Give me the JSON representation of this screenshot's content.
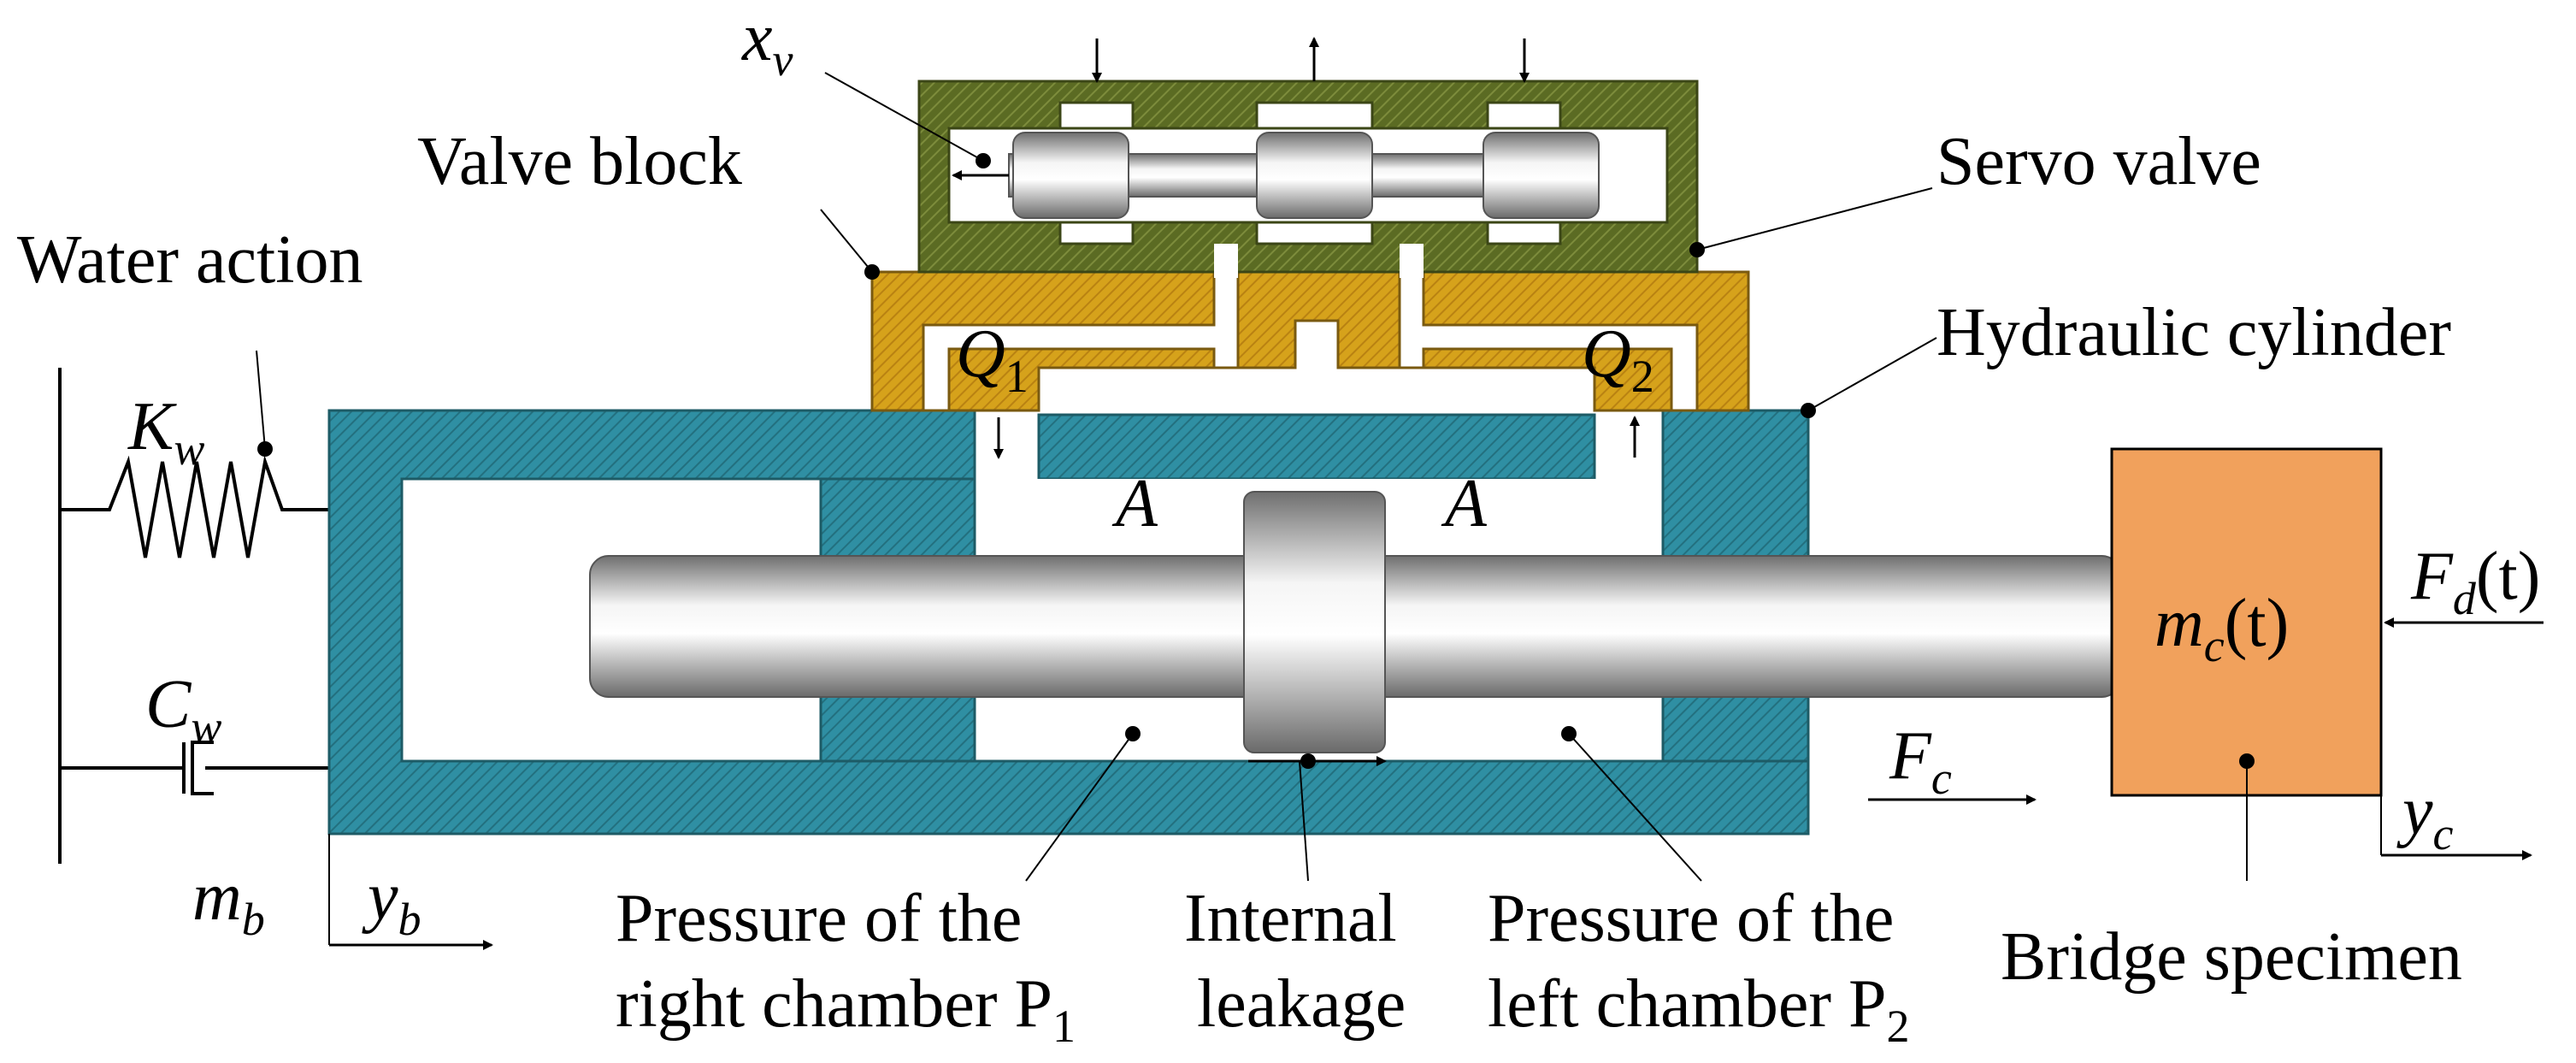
{
  "labels": {
    "valve_spool_displacement": {
      "main": "x",
      "sub": "v"
    },
    "valve_block": "Valve block",
    "servo_valve": "Servo valve",
    "water_action": "Water action",
    "hydraulic_cylinder": "Hydraulic cylinder",
    "flow_1": {
      "main": "Q",
      "sub": "1"
    },
    "flow_2": {
      "main": "Q",
      "sub": "2"
    },
    "water_stiffness": {
      "main": "K",
      "sub": "w"
    },
    "water_damping": {
      "main": "C",
      "sub": "w"
    },
    "piston_area_left": "A",
    "piston_area_right": "A",
    "specimen_mass": {
      "main": "m",
      "sub": "c",
      "tail": "(t)"
    },
    "disturbance_force": {
      "main": "F",
      "sub": "d",
      "tail": "(t)"
    },
    "cylinder_force": {
      "main": "F",
      "sub": "c"
    },
    "base_mass": {
      "main": "m",
      "sub": "b"
    },
    "base_displacement": {
      "main": "y",
      "sub": "b"
    },
    "specimen_displacement": {
      "main": "y",
      "sub": "c"
    },
    "right_chamber_pressure": {
      "line1": "Pressure of the",
      "line2": "right chamber P",
      "sub": "1"
    },
    "internal_leakage": {
      "line1": "Internal",
      "line2": "leakage"
    },
    "left_chamber_pressure": {
      "line1": "Pressure of the",
      "line2": "left chamber P",
      "sub": "2"
    },
    "bridge_specimen": "Bridge specimen"
  },
  "colors": {
    "servo_valve": "#5b6b23",
    "valve_block": "#d6a21b",
    "hydraulic_cylinder": "#2f8fa3",
    "bridge_specimen": "#f1a15c",
    "piston_metal": "#9a9a9a"
  }
}
